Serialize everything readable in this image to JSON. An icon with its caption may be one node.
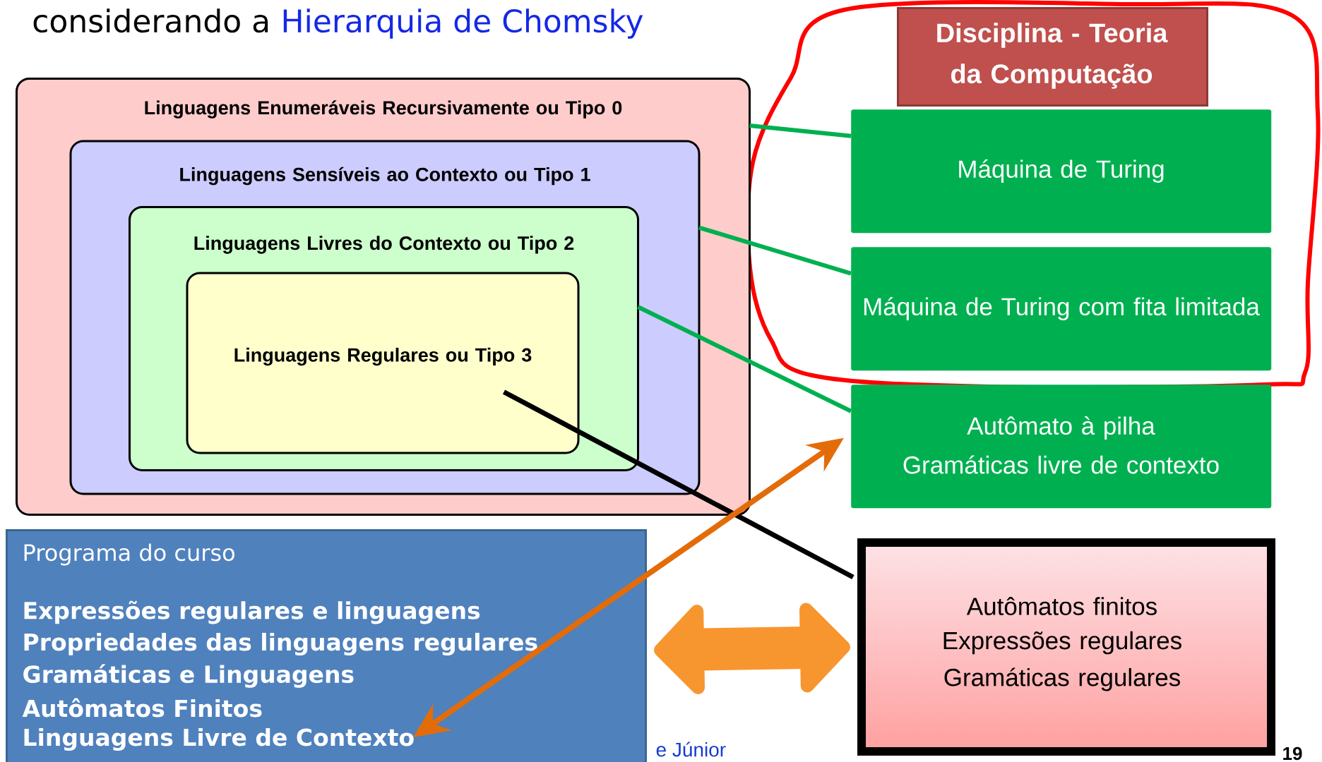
{
  "diagram": {
    "nodes": [
      {
        "text": [
          "Linguagens Enumeráveis Recursivamente ou Tipo 0"
        ]
      },
      {
        "text": [
          "Linguagens Sensíveis ao Contexto ou Tipo 1"
        ],
        "in": 0
      },
      {
        "text": [
          "Linguagens Livres do Contexto ou Tipo 2"
        ],
        "in": 1
      },
      {
        "text": [
          "Linguagens Regulares ou Tipo 3"
        ],
        "in": 2
      },
      {
        "text": [
          "Disciplina - Teoria da Computação"
        ]
      },
      {
        "text": [
          "Máquina de Turing"
        ]
      },
      {
        "text": [
          "Máquina de Turing com fita limitada"
        ]
      },
      {
        "text": [
          "Autômato à pilha",
          "Gramáticas livre de contexto"
        ]
      },
      {
        "text": [
          "Autômatos finitos",
          "Expressões regulares",
          "Gramáticas regulares"
        ]
      },
      {
        "text": [
          "Programa do curso",
          "Expressões regulares e linguagens",
          "Propriedades das linguagens regulares",
          "Gramáticas e Linguagens",
          "Autômatos Finitos",
          "Linguagens Livre de Contexto"
        ]
      }
    ],
    "edges": [
      {
        "from": 0,
        "to": 5,
        "arrow": "none"
      },
      {
        "from": 1,
        "to": 6,
        "arrow": "none"
      },
      {
        "from": 2,
        "to": 7,
        "arrow": "none"
      },
      {
        "from": 3,
        "to": 8,
        "arrow": "none",
        "color": "#000000"
      },
      {
        "from": 9,
        "to": 7,
        "arrow": "both",
        "color": "#e36c09"
      },
      {
        "from": 9,
        "to": 8,
        "arrow": "both",
        "style": "thick",
        "color": "#f7962f"
      }
    ],
    "labels": [
      "considerando a",
      "Hierarquia de Chomsky",
      "e Júnior",
      "19"
    ]
  }
}
